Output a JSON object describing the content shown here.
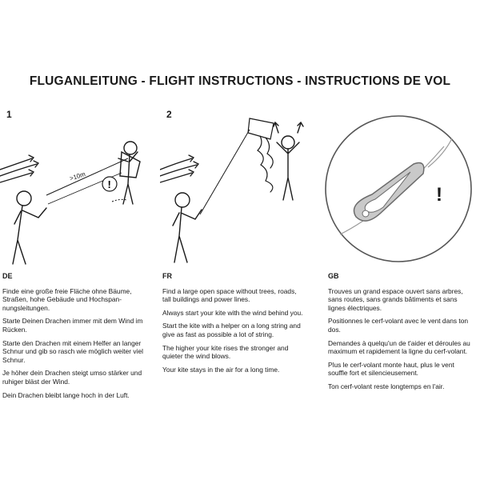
{
  "title": "FLUGANLEITUNG  -  FLIGHT INSTRUCTIONS  -  INSTRUCTIONS DE VOL",
  "steps": [
    {
      "number": "1",
      "distance_label": ">10m"
    },
    {
      "number": "2"
    }
  ],
  "warning_symbol": "!",
  "icons": [
    "person-flying-kite",
    "helper-holding-kite",
    "wind-arrows",
    "warning-sign",
    "carabiner-clip"
  ],
  "sections": [
    {
      "lang": "DE",
      "paragraphs": [
        "Finde eine große freie Fläche ohne Bäume, Straßen, hohe Gebäude und Hochspan-nungsleitungen.",
        "Starte Deinen Drachen immer mit dem Wind im Rücken.",
        "Starte den Drachen mit einem Helfer an langer Schnur und gib so rasch wie möglich weiter viel Schnur.",
        "Je höher dein Drachen steigt umso stärker und ruhiger bläst der Wind.",
        "Dein Drachen bleibt lange hoch in der Luft."
      ]
    },
    {
      "lang": "FR",
      "paragraphs": [
        "Find a large open space without trees, roads, tall buildings and power lines.",
        "Always start your kite with the wind behind you.",
        "Start the kite with a helper on a long string and give as fast as possible a lot of string.",
        "The higher your kite rises the stronger and quieter the wind blows.",
        "Your kite stays in the air for a long time."
      ]
    },
    {
      "lang": "GB",
      "paragraphs": [
        "Trouves un grand espace ouvert sans arbres, sans routes, sans grands bâtiments et sans lignes électriques.",
        "Positionnes le cerf-volant avec le vent dans ton dos.",
        "Demandes à quelqu'un de t'aider et déroules au maximum et rapidement la ligne du cerf-volant.",
        "Plus le cerf-volant monte haut, plus le vent souffle fort et silencieusement.",
        "Ton cerf-volant reste longtemps en l'air."
      ]
    }
  ]
}
